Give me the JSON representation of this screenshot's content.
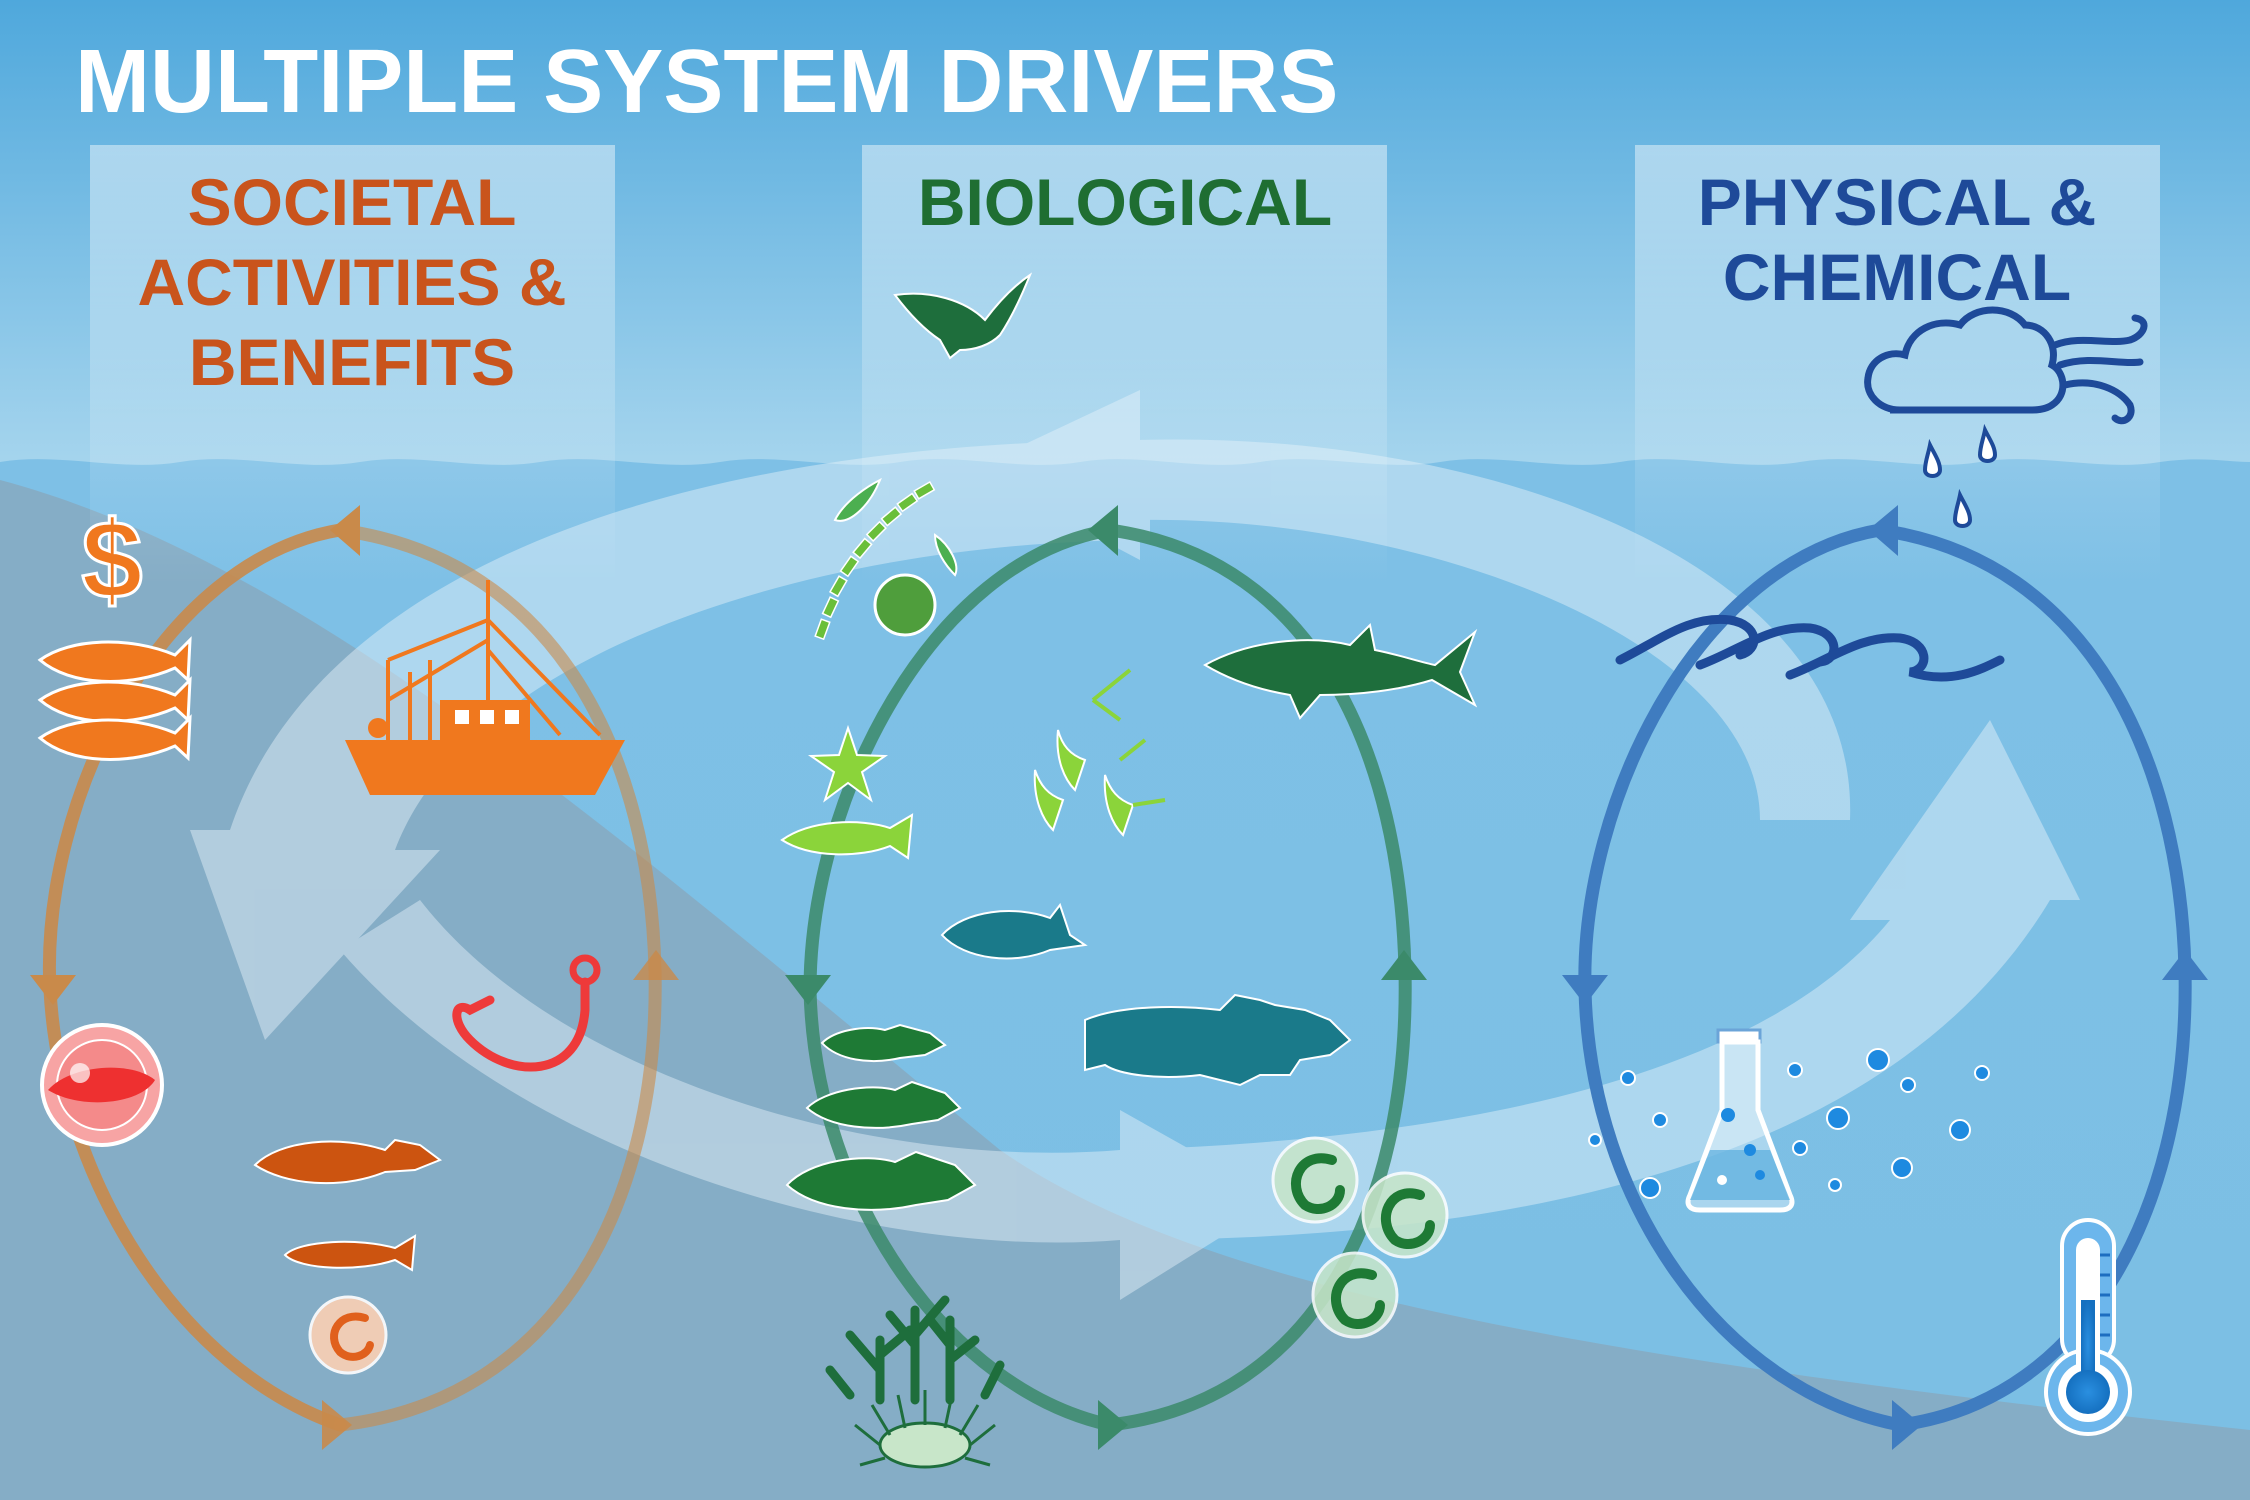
{
  "title": "MULTIPLE SYSTEM DRIVERS",
  "columns": [
    {
      "id": "societal",
      "lines": [
        "SOCIETAL",
        "ACTIVITIES &",
        "BENEFITS"
      ],
      "color": "#c9541c"
    },
    {
      "id": "biological",
      "lines": [
        "BIOLOGICAL"
      ],
      "color": "#1f6e32"
    },
    {
      "id": "physical",
      "lines": [
        "PHYSICAL &",
        "CHEMICAL"
      ],
      "color": "#1e4a99"
    }
  ],
  "colors": {
    "sky": "#5aaede",
    "water": "#86c4e6",
    "seafloor": "#86abc2",
    "societal_cycle": "#c98a4a",
    "biological_cycle": "#3b8a6a",
    "physical_cycle": "#3f7cc0",
    "orange_icons": "#f0781e",
    "dark_orange_icons": "#cc5410",
    "green_icons": "#1e7a35",
    "light_green_icons": "#8bd43a",
    "teal_icons": "#1a7a8a",
    "blue_icons": "#1e4a99"
  },
  "icons": {
    "societal": [
      "dollar-icon",
      "fish-school-icon",
      "fishing-boat-icon",
      "fishing-hook-icon",
      "seafood-plate-icon",
      "cod-icon",
      "small-fish-icon",
      "fish-egg-icon"
    ],
    "biological": [
      "seabird-icon",
      "phytoplankton-icon",
      "shark-icon",
      "zooplankton-icon",
      "starfish-icon",
      "forage-fish-icon",
      "herring-icon",
      "groundfish-icon",
      "juvenile-fish-icon",
      "larva-egg-icon",
      "coral-icon",
      "urchin-icon"
    ],
    "physical": [
      "storm-cloud-icon",
      "wave-icon",
      "flask-icon",
      "bubbles-icon",
      "thermometer-icon"
    ]
  }
}
